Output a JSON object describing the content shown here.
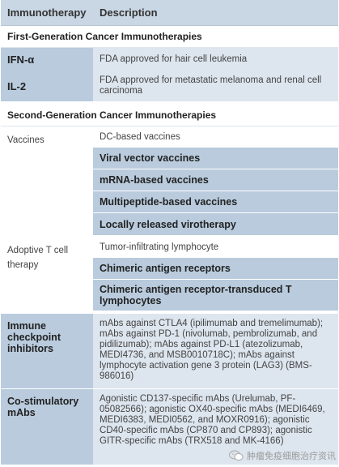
{
  "header": {
    "col1": "Immunotherapy",
    "col2": "Description"
  },
  "sections": {
    "first": "First-Generation Cancer Immunotherapies",
    "second": "Second-Generation Cancer Immunotherapies"
  },
  "first_gen": [
    {
      "name": "IFN-α",
      "desc": "FDA approved for hair cell leukemia"
    },
    {
      "name": "IL-2",
      "desc": "FDA approved for metastatic melanoma and renal cell carcinoma"
    }
  ],
  "vaccines": {
    "label": "Vaccines",
    "first": "DC-based vaccines",
    "items": [
      "Viral vector vaccines",
      "mRNA-based vaccines",
      "Multipeptide-based vaccines",
      "Locally released virotherapy"
    ]
  },
  "adoptive": {
    "label": "Adoptive T cell therapy",
    "first": "Tumor-infiltrating lymphocyte",
    "items": [
      "Chimeric antigen receptors",
      "Chimeric antigen receptor-transduced T lymphocytes"
    ]
  },
  "checkpoint": {
    "label": "Immune checkpoint inhibitors",
    "desc": "mAbs against CTLA4 (ipilimumab and tremelimumab); mAbs against PD-1 (nivolumab, pembrolizumab, and pidilizumab); mAbs against PD-L1 (atezolizumab, MEDI4736, and MSB0010718C); mAbs against lymphocyte activation gene 3 protein (LAG3) (BMS-986016)"
  },
  "costim": {
    "label": "Co-stimulatory mAbs",
    "desc": "Agonistic CD137-specific mAbs (Urelumab, PF-05082566); agonistic OX40-specific mAbs (MEDI6469, MEDI6383, MEDI0562, and MOXR0916); agonistic CD40-specific mAbs (CP870 and CP893); agonistic GITR-specific mAbs (TRX518 and MK-4166)"
  },
  "watermark": {
    "text": "肿瘤免疫细胞治疗资讯",
    "icon": "wechat-icon"
  }
}
